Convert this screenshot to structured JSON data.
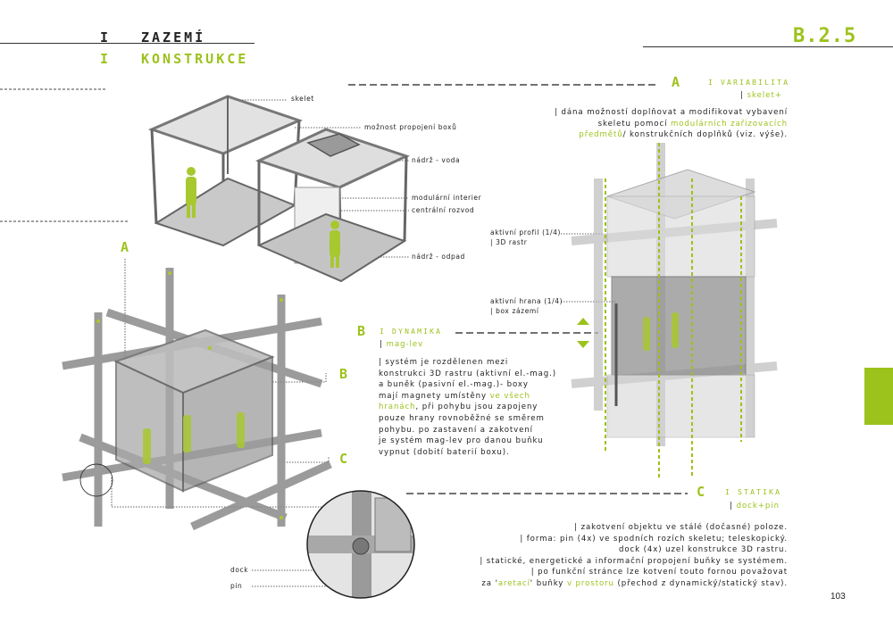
{
  "header": {
    "line1_marker": "I",
    "line1_title": "ZAZEMÍ",
    "line2_marker": "I",
    "line2_title": "KONSTRUKCE",
    "code": "B.2.5",
    "page_number": "103"
  },
  "colors": {
    "accent": "#9cc21c",
    "line": "#555555",
    "text": "#222222"
  },
  "labels_top": {
    "skelet": "skelet",
    "propojeni": "možnost propojení boxů",
    "nadrz_voda": "nádrž - voda",
    "interier": "modulární interier",
    "rozvod": "centrální rozvod",
    "nadrz_odpad": "nádrž - odpad"
  },
  "labels_right": {
    "profil_1": "aktivní profil (1/4)",
    "profil_2": "| 3D rastr",
    "hrana_1": "aktivní hrana (1/4)",
    "hrana_2": "| box zázemí"
  },
  "labels_bottom": {
    "dock": "dock",
    "pin": "pin"
  },
  "markers": {
    "a": "A",
    "b": "B",
    "c": "C"
  },
  "section_a": {
    "letter": "A",
    "title": "I VARIABILITA",
    "sub_bar": "| ",
    "sub": "skelet+",
    "p1": "| dána možností doplňovat a modifikovat vybavení",
    "p2_a": "skeletu pomocí ",
    "p2_b": "modulárních zařizovacích",
    "p3_a": "předmětů",
    "p3_b": "/ konstrukčních doplňků (viz. výše)."
  },
  "section_b": {
    "letter": "B",
    "title": "I DYNAMIKA",
    "sub_bar": "| ",
    "sub": "mag-lev",
    "l1": "| systém je rozdělenen mezi",
    "l2": "konstrukci 3D rastru (aktivní el.-mag.)",
    "l3": "a buněk (pasivní el.-mag.)- boxy",
    "l4_a": "mají magnety umístěny ",
    "l4_b": "ve všech",
    "l5_a": "hranách",
    "l5_b": ", při pohybu jsou zapojeny",
    "l6": "pouze hrany rovnoběžné se směrem",
    "l7": "pohybu. po zastavení a zakotvení",
    "l8": "je systém mag-lev pro danou buňku",
    "l9": "vypnut (dobití baterií boxu)."
  },
  "section_c": {
    "letter": "C",
    "title": "I STATIKA",
    "sub_bar": "| ",
    "sub": "dock+pin",
    "l1": "| zakotvení objektu ve stálé (dočasné) poloze.",
    "l2": "| forma: pin (4x) ve spodních rozích skeletu; teleskopický.",
    "l3": "dock (4x) uzel konstrukce 3D rastru.",
    "l4": "| statické, energetické a informační propojení buňky se systémem.",
    "l5": "| po funkční stránce lze kotvení touto fornou považovat",
    "l6_a": "za '",
    "l6_b": "aretací",
    "l6_c": "' buňky ",
    "l6_d": "v prostoru",
    "l6_e": " (přechod z dynamický/statický stav)."
  }
}
